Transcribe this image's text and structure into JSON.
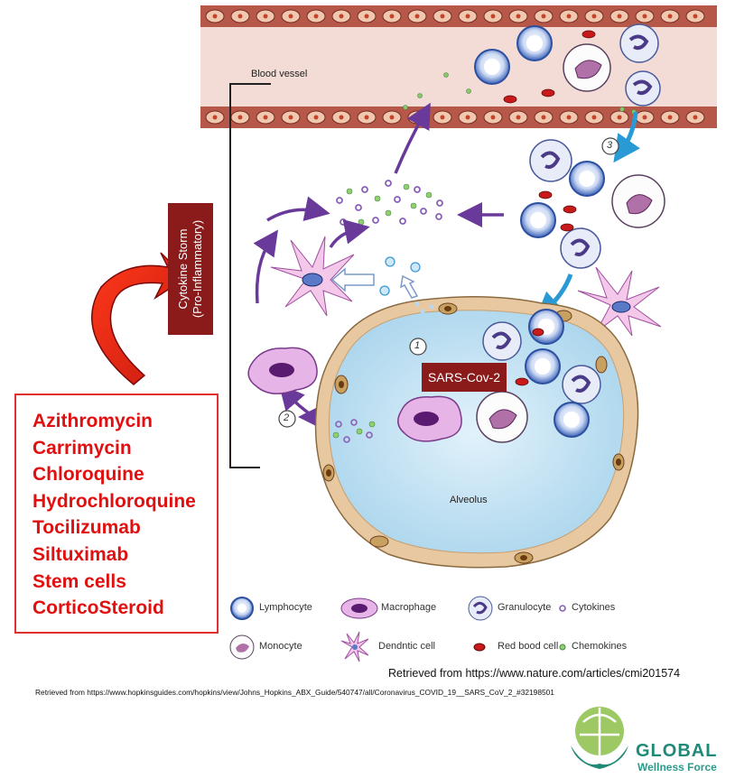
{
  "labels": {
    "blood_vessel": "Blood vessel",
    "alveolus": "Alveolus",
    "step_1": "1",
    "step_2": "2",
    "step_3": "3",
    "sars": "SARS-Cov-2",
    "cytokine_storm_line1": "Cytokine Storm",
    "cytokine_storm_line2": "(Pro-Inflammatory)"
  },
  "drugs": [
    "Azithromycin",
    "Carrimycin",
    "Chloroquine",
    "Hydrochloroquine",
    "Tocilizumab",
    "Siltuximab",
    "Stem cells",
    "CorticoSteroid"
  ],
  "legend": {
    "lymphocyte": "Lymphocyte",
    "macrophage": "Macrophage",
    "granulocyte": "Granulocyte",
    "cytokines": "Cytokines",
    "monocyte": "Monocyte",
    "dendritic": "Dendntic cell",
    "rbc": "Red bood cell",
    "chemokines": "Chemokines"
  },
  "sources": {
    "line1": "Retrieved from https://www.nature.com/articles/cmi201574",
    "line2": "Retrieved from https://www.hopkinsguides.com/hopkins/view/Johns_Hopkins_ABX_Guide/540747/all/Coronavirus_COVID_19__SARS_CoV_2_#32198501"
  },
  "logo": {
    "word1": "GLOBAL",
    "word2": "Wellness Force"
  },
  "colors": {
    "vessel": "#c86a5a",
    "alveolus": "#b8dcef",
    "purple_arrow": "#6a3a9a",
    "blue_arrow": "#2a9ad6",
    "drug_red": "#e01010",
    "badge": "#8b1a1a",
    "logo_teal": "#1f8a78"
  }
}
